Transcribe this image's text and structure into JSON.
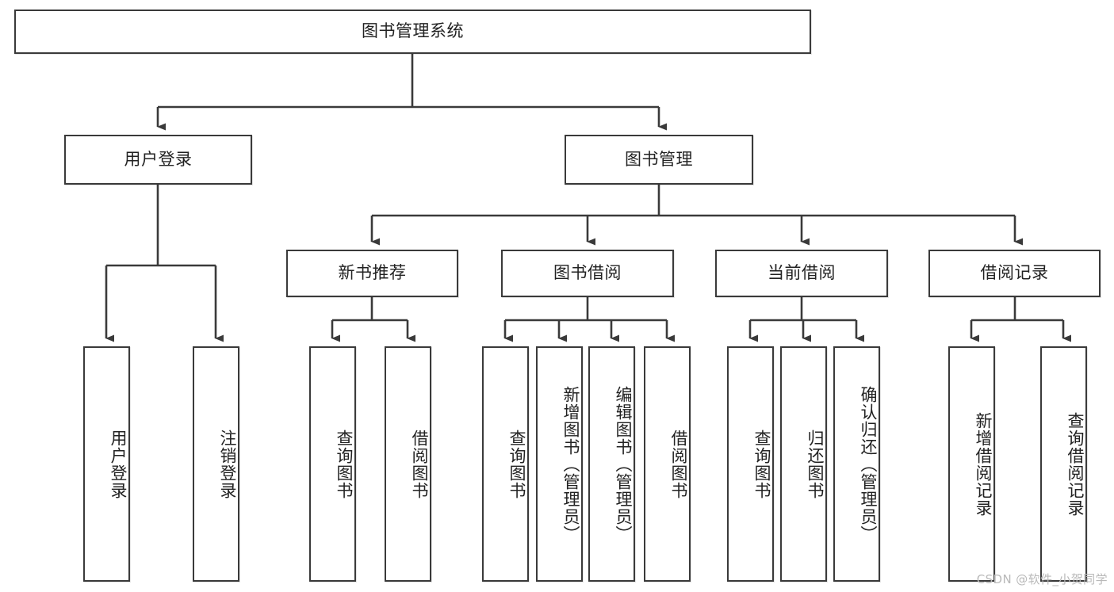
{
  "diagram": {
    "title": "图书管理系统",
    "watermark": "CSDN @软件_小贺同学",
    "line_color": "#3a3a3a",
    "box_fill": "#ffffff",
    "text_color": "#222222",
    "levels": {
      "root": {
        "label": "图书管理系统"
      },
      "level2": [
        {
          "label": "用户登录"
        },
        {
          "label": "图书管理"
        }
      ],
      "level3": [
        {
          "label": "新书推荐"
        },
        {
          "label": "图书借阅"
        },
        {
          "label": "当前借阅"
        },
        {
          "label": "借阅记录"
        }
      ],
      "leaves": {
        "user_login": [
          {
            "label": "用户登录"
          },
          {
            "label": "注销登录"
          }
        ],
        "new_book": [
          {
            "label": "查询图书"
          },
          {
            "label": "借阅图书"
          }
        ],
        "book_borrow": [
          {
            "label": "查询图书"
          },
          {
            "label": "新增图书（管理员）"
          },
          {
            "label": "编辑图书（管理员）"
          },
          {
            "label": "借阅图书"
          }
        ],
        "current_borrow": [
          {
            "label": "查询图书"
          },
          {
            "label": "归还图书"
          },
          {
            "label": "确认归还（管理员）"
          }
        ],
        "borrow_record": [
          {
            "label": "新增借阅记录"
          },
          {
            "label": "查询借阅记录"
          }
        ]
      }
    }
  }
}
